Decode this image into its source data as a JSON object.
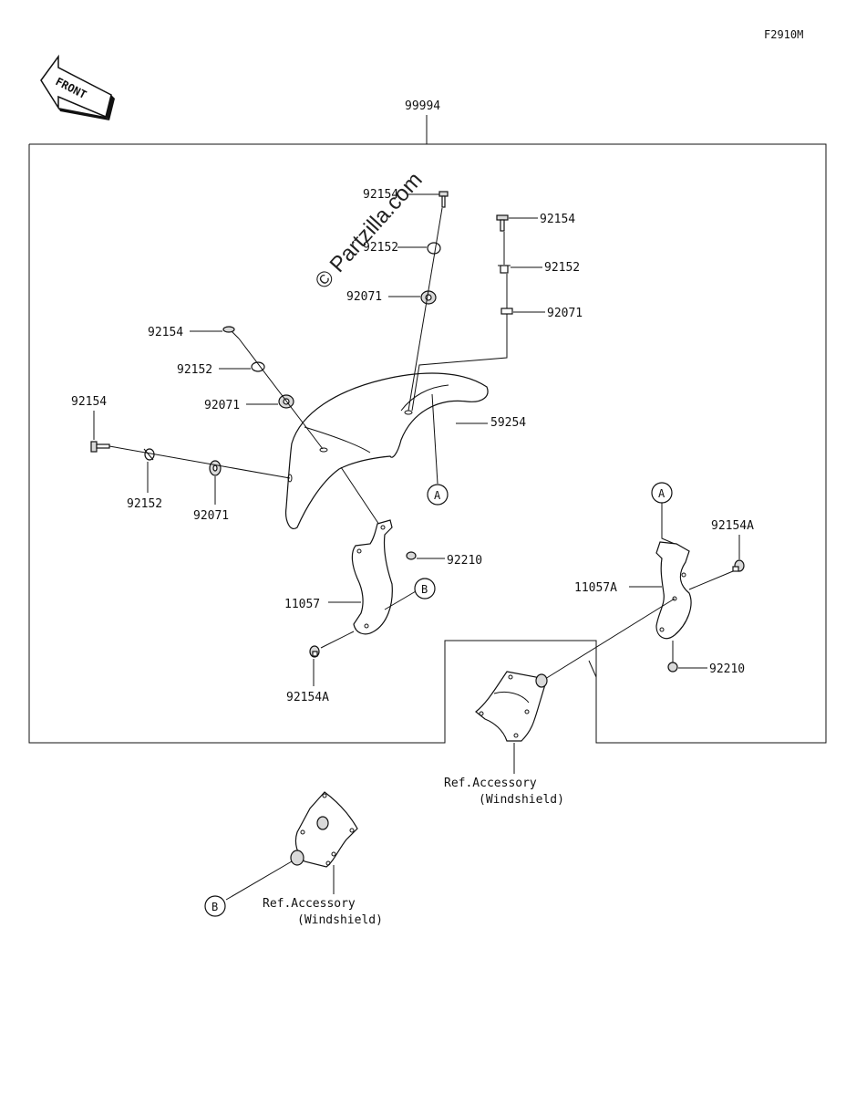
{
  "figure_code": "F2910M",
  "front_label": "FRONT",
  "watermark": "© Partzilla.com",
  "kit_number": "99994",
  "labels": {
    "p92154_top": "92154",
    "p92152_top": "92152",
    "p92071_top": "92071",
    "p92154_right": "92154",
    "p92152_right": "92152",
    "p92071_right": "92071",
    "p92154_left": "92154",
    "p92152_left": "92152",
    "p92071_left": "92071",
    "p92154_far": "92154",
    "p92152_far": "92152",
    "p92071_far": "92071",
    "p59254": "59254",
    "p92210_left": "92210",
    "p11057": "11057",
    "p92154A_left": "92154A",
    "p11057A": "11057A",
    "p92154A_right": "92154A",
    "p92210_right": "92210"
  },
  "markers": {
    "a1": "A",
    "a2": "A",
    "b1": "B",
    "b2": "B"
  },
  "refs": {
    "ref1_line1": "Ref.Accessory",
    "ref1_line2": "(Windshield)",
    "ref2_line1": "Ref.Accessory",
    "ref2_line2": "(Windshield)"
  }
}
